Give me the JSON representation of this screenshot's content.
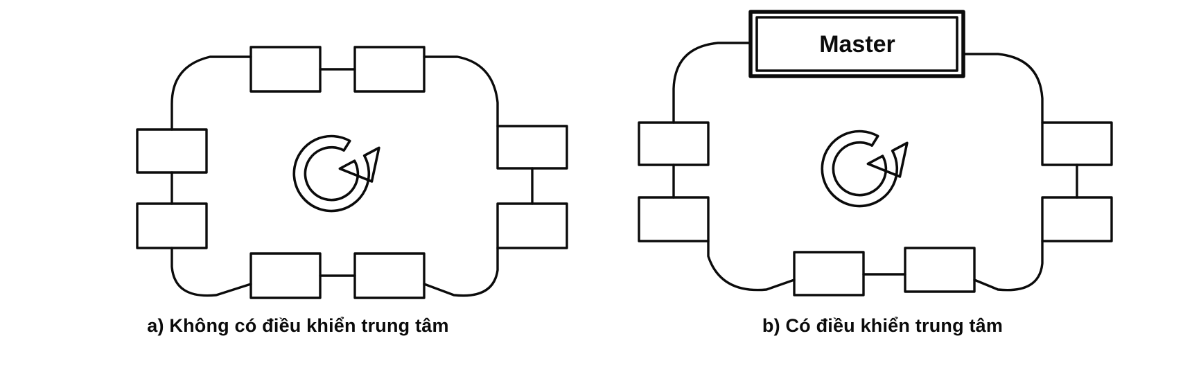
{
  "figure": {
    "type": "diagram",
    "description": "Two ring network topology diagrams",
    "stroke_color": "#0b0b0b",
    "background_color": "#ffffff",
    "panels": [
      {
        "id": "a",
        "caption": "a) Không có điều khiển trung tâm",
        "node_count": 8,
        "has_master": false,
        "master_label": null,
        "rotation_arrow": "clockwise",
        "nodes": [
          {
            "position": "top-left",
            "label": ""
          },
          {
            "position": "top-right",
            "label": ""
          },
          {
            "position": "right-upper",
            "label": ""
          },
          {
            "position": "right-lower",
            "label": ""
          },
          {
            "position": "bottom-right",
            "label": ""
          },
          {
            "position": "bottom-left",
            "label": ""
          },
          {
            "position": "left-lower",
            "label": ""
          },
          {
            "position": "left-upper",
            "label": ""
          }
        ]
      },
      {
        "id": "b",
        "caption": "b) Có điều khiển trung tâm",
        "node_count": 7,
        "has_master": true,
        "master_label": "Master",
        "rotation_arrow": "clockwise",
        "nodes": [
          {
            "position": "top-center",
            "label": "Master"
          },
          {
            "position": "right-upper",
            "label": ""
          },
          {
            "position": "right-lower",
            "label": ""
          },
          {
            "position": "bottom-right",
            "label": ""
          },
          {
            "position": "bottom-left",
            "label": ""
          },
          {
            "position": "left-lower",
            "label": ""
          },
          {
            "position": "left-upper",
            "label": ""
          }
        ]
      }
    ]
  }
}
